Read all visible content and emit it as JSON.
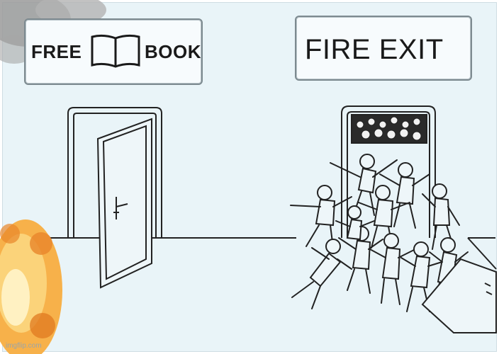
{
  "signs": {
    "left": {
      "free": "FREE",
      "book": "BOOK"
    },
    "right": {
      "text": "FIRE EXIT"
    }
  },
  "watermark": "imgflip.com",
  "icons": [
    "book-icon",
    "fire-icon",
    "door-icon"
  ],
  "colors": {
    "background": "#e9f4f8",
    "line": "#222222",
    "fire": "#f4a636"
  }
}
